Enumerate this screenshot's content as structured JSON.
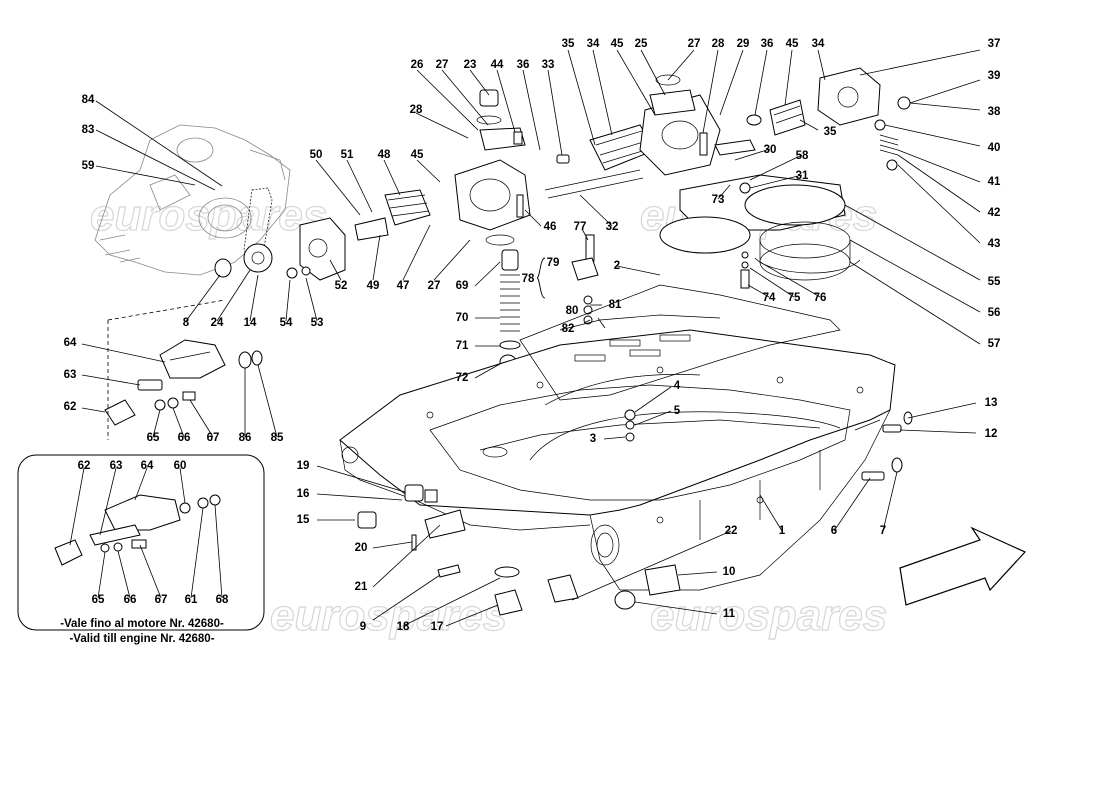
{
  "watermark": "eurospares",
  "inset_notes": [
    "-Vale fino al motore Nr. 42680-",
    "-Valid till engine Nr. 42680-"
  ],
  "callouts": {
    "c1": "1",
    "c2": "2",
    "c3": "3",
    "c4": "4",
    "c5": "5",
    "c6": "6",
    "c7": "7",
    "c8": "8",
    "c9": "9",
    "c10": "10",
    "c11": "11",
    "c12": "12",
    "c13": "13",
    "c14": "14",
    "c15": "15",
    "c16": "16",
    "c17": "17",
    "c18": "18",
    "c19": "19",
    "c20": "20",
    "c21": "21",
    "c22": "22",
    "c23": "23",
    "c24": "24",
    "c25": "25",
    "c26": "26",
    "c27": "27",
    "c28": "28",
    "c29": "29",
    "c30": "30",
    "c31": "31",
    "c32": "32",
    "c33": "33",
    "c34": "34",
    "c35": "35",
    "c36": "36",
    "c37": "37",
    "c38": "38",
    "c39": "39",
    "c40": "40",
    "c41": "41",
    "c42": "42",
    "c43": "43",
    "c44": "44",
    "c45": "45",
    "c46": "46",
    "c47": "47",
    "c48": "48",
    "c49": "49",
    "c50": "50",
    "c51": "51",
    "c52": "52",
    "c53": "53",
    "c54": "54",
    "c55": "55",
    "c56": "56",
    "c57": "57",
    "c58": "58",
    "c59": "59",
    "c60": "60",
    "c61": "61",
    "c62": "62",
    "c63": "63",
    "c64": "64",
    "c65": "65",
    "c66": "66",
    "c67": "67",
    "c68": "68",
    "c69": "69",
    "c70": "70",
    "c71": "71",
    "c72": "72",
    "c73": "73",
    "c74": "74",
    "c75": "75",
    "c76": "76",
    "c77": "77",
    "c78": "78",
    "c79": "79",
    "c80": "80",
    "c81": "81",
    "c82": "82",
    "c83": "83",
    "c84": "84",
    "c85": "85",
    "c86": "86"
  }
}
